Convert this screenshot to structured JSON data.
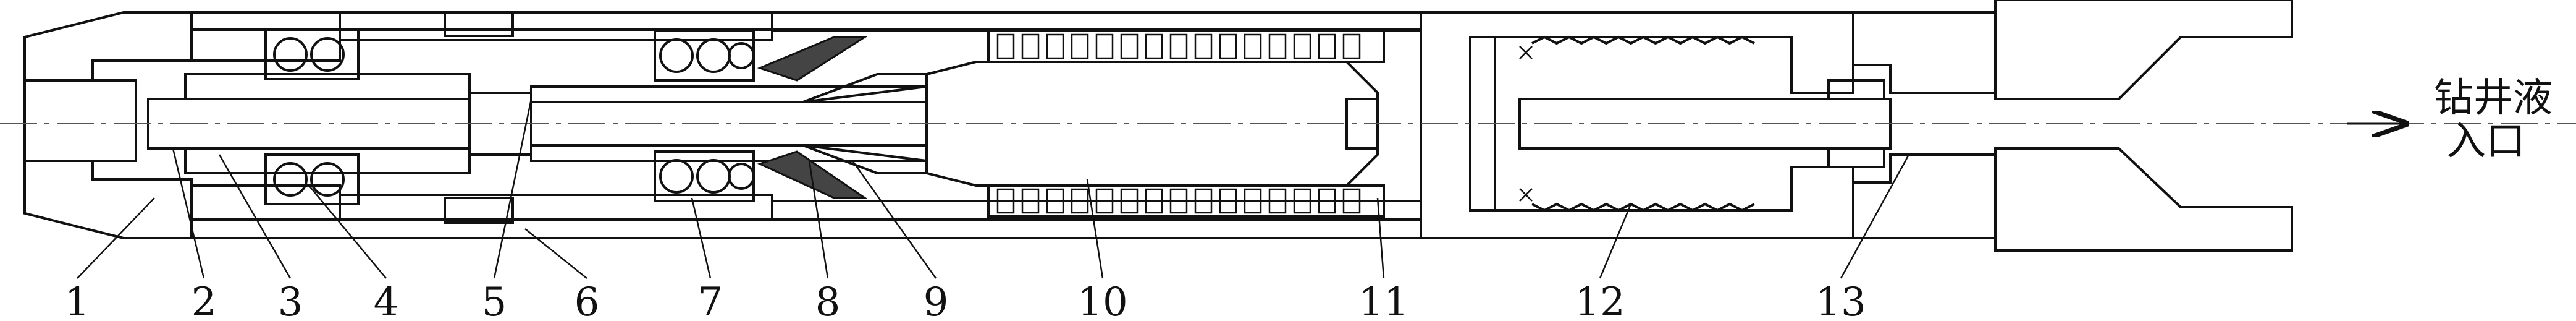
{
  "diagram": {
    "inlet_label_line1": "钻井液",
    "inlet_label_line2": "入口",
    "part_labels": [
      "1",
      "2",
      "3",
      "4",
      "5",
      "6",
      "7",
      "8",
      "9",
      "10",
      "11",
      "12",
      "13"
    ]
  },
  "colors": {
    "stroke": "#111111",
    "background": "#ffffff",
    "rubber": "#444444"
  }
}
